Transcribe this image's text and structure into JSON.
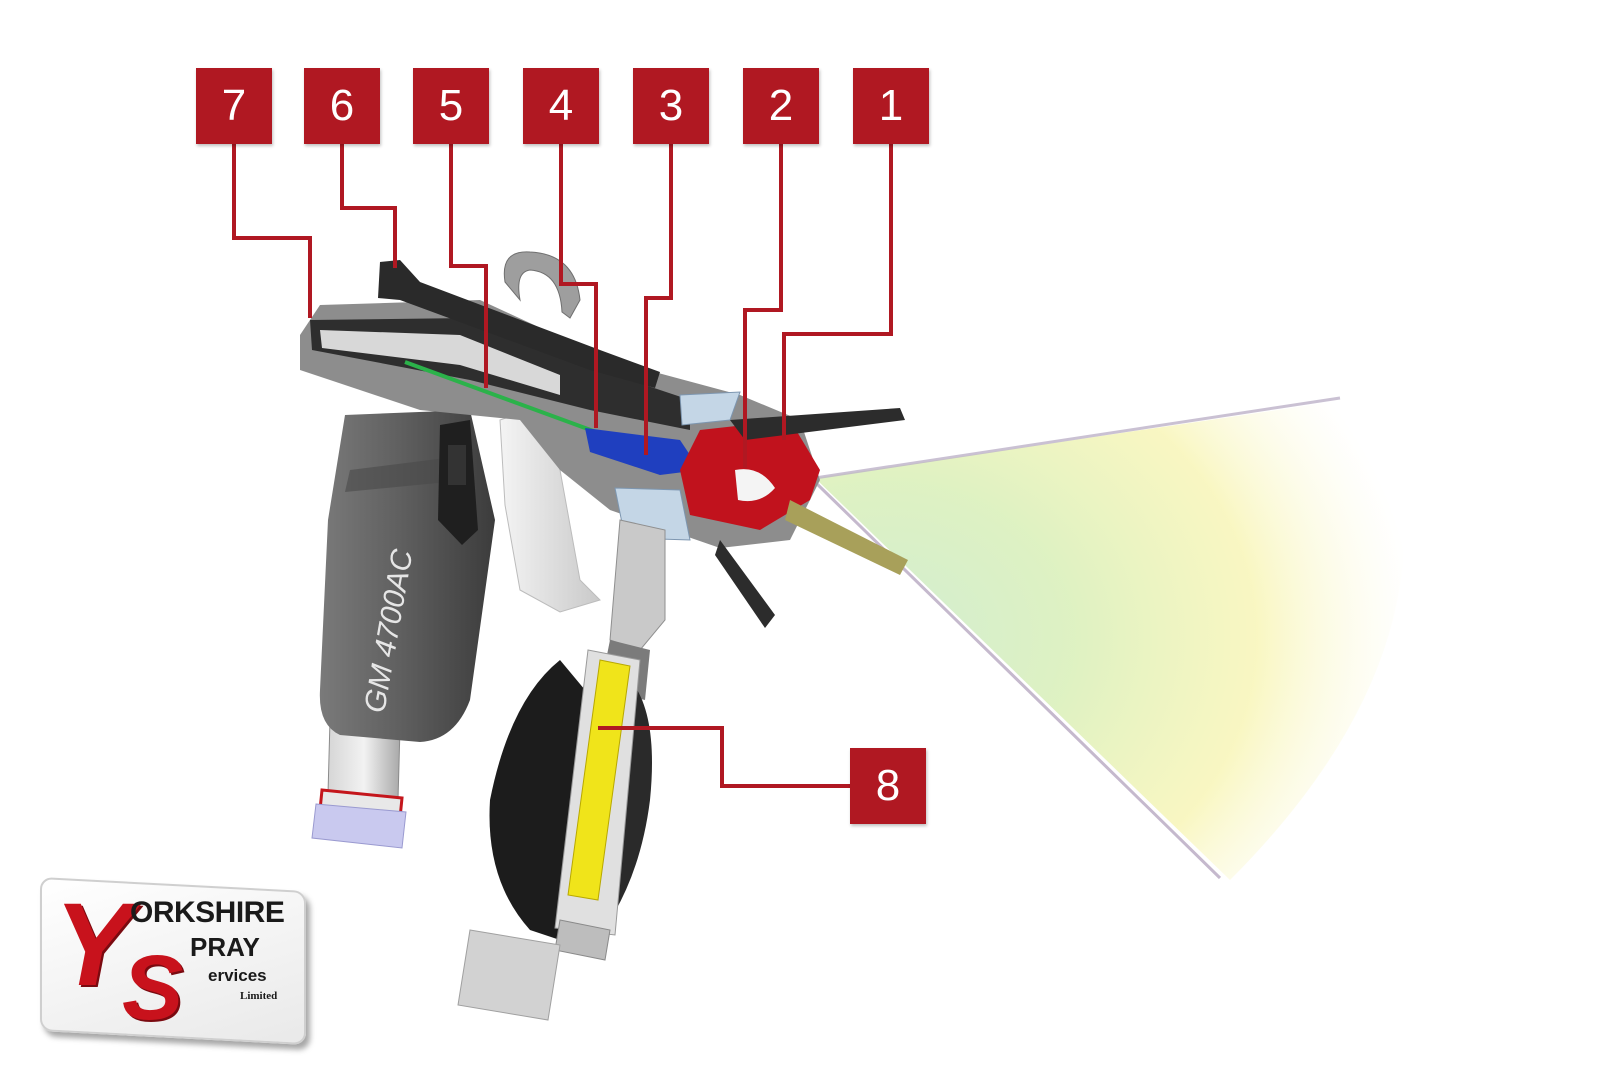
{
  "callouts": [
    {
      "label": "7"
    },
    {
      "label": "6"
    },
    {
      "label": "5"
    },
    {
      "label": "4"
    },
    {
      "label": "3"
    },
    {
      "label": "2"
    },
    {
      "label": "1"
    },
    {
      "label": "8"
    }
  ],
  "gun": {
    "model_text": "GM 4700AC"
  },
  "logo": {
    "letter_y": "Y",
    "word_1": "ORKSHIRE",
    "letter_s": "S",
    "word_2": "PRAY",
    "word_3": "ervices",
    "word_4": "Limited"
  },
  "colors": {
    "callout": "#b01822",
    "logo_red": "#c8121c",
    "gun_body": "#5a5a5a",
    "spray": "#f4ee8a",
    "spray_green": "#a8dcb0"
  }
}
